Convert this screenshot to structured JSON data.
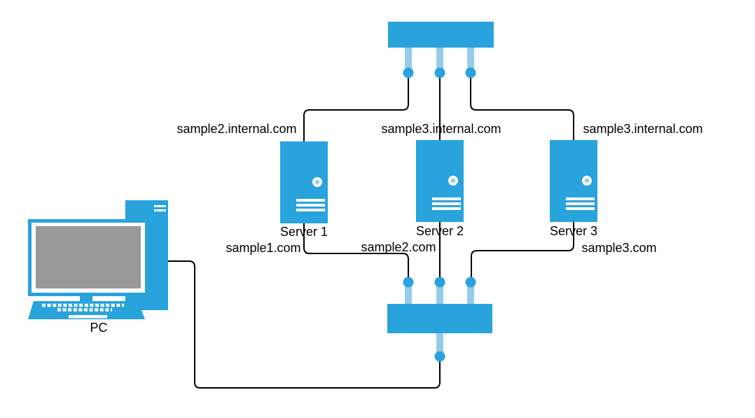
{
  "diagram": {
    "type": "network-topology",
    "colors": {
      "canvas_bg": "#FFFFFF",
      "device_blue": "#29A3DC",
      "port_blue": "#95CCEA",
      "screen_gray": "#999999",
      "wire_black": "#000000",
      "label_text": "#000000"
    },
    "nodes": {
      "top_switch": {
        "kind": "switch"
      },
      "bottom_switch": {
        "kind": "switch"
      },
      "servers": [
        {
          "label": "Server 1"
        },
        {
          "label": "Server 2"
        },
        {
          "label": "Server 3"
        }
      ],
      "pc": {
        "label": "PC"
      }
    },
    "link_labels": {
      "top": [
        "sample2.internal.com",
        "sample3.internal.com",
        "sample3.internal.com"
      ],
      "bottom": [
        "sample1.com",
        "sample2.com",
        "sample3.com"
      ]
    }
  }
}
